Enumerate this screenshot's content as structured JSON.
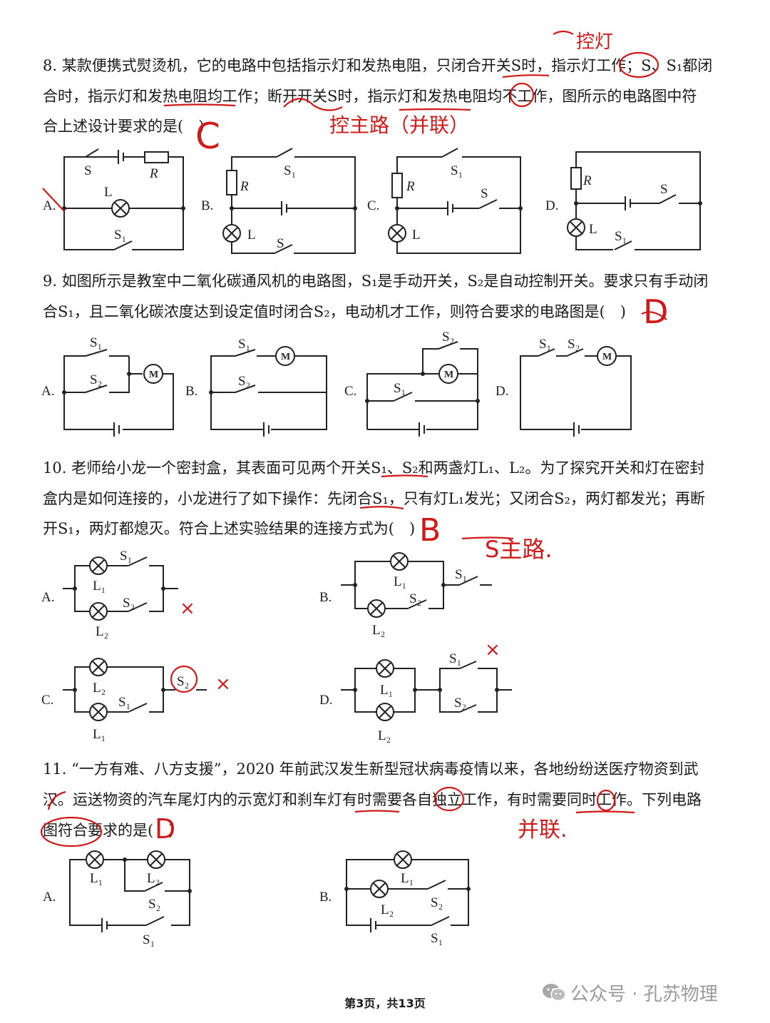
{
  "questions": {
    "q8": {
      "line1": "8. 某款便携式熨烫机，它的电路中包括指示灯和发热电阻，只闭合开关S时，指示灯工作；S、S₁都闭",
      "line2": "合时，指示灯和发热电阻均工作；断开开关S时，指示灯和发热电阻均不工作，图所示的电路图中符",
      "line3": "合上述设计要求的是(　)",
      "options": [
        "A.",
        "B.",
        "C.",
        "D."
      ]
    },
    "q9": {
      "line1": "9. 如图所示是教室中二氧化碳通风机的电路图，S₁是手动开关，S₂是自动控制开关。要求只有手动闭",
      "line2": "合S₁，且二氧化碳浓度达到设定值时闭合S₂，电动机才工作，则符合要求的电路图是(　)",
      "options": [
        "A.",
        "B.",
        "C.",
        "D."
      ]
    },
    "q10": {
      "line1": "10. 老师给小龙一个密封盒，其表面可见两个开关S₁、S₂和两盏灯L₁、L₂。为了探究开关和灯在密封",
      "line2": "盒内是如何连接的，小龙进行了如下操作：先闭合S₁，只有灯L₁发光；又闭合S₂，两灯都发光；再断",
      "line3": "开S₁，两灯都熄灭。符合上述实验结果的连接方式为(　)",
      "options": [
        "A.",
        "B.",
        "C.",
        "D."
      ]
    },
    "q11": {
      "line1": "11. “一方有难、八方支援”，2020 年前武汉发生新型冠状病毒疫情以来，各地纷纷送医疗物资到武",
      "line2": "汉。运送物资的汽车尾灯内的示宽灯和刹车灯有时需要各自独立工作，有时需要同时工作。下列电路",
      "line3": "图符合要求的是(　)",
      "options": [
        "A.",
        "B."
      ]
    }
  },
  "labels": {
    "S": "S",
    "S1": "S₁",
    "S2": "S₂",
    "R": "R",
    "L": "L",
    "L1": "L₁",
    "L2": "L₂",
    "M": "M"
  },
  "handwriting": {
    "q8_answer": "C",
    "q8_note_top": "控灯",
    "q8_note_main": "控主路（并联）",
    "q9_answer": "D",
    "q10_answer": "B",
    "q10_note": "S主路.",
    "q10_mark_a": "×",
    "q10_mark_c": "×",
    "q10_mark_d": "×",
    "q11_answer": "D",
    "q11_note": "并联.",
    "ink_color": "#d01a1a"
  },
  "footer": {
    "page": "第3页，共13页"
  },
  "watermark": {
    "text": "公众号 · 孔苏物理"
  }
}
